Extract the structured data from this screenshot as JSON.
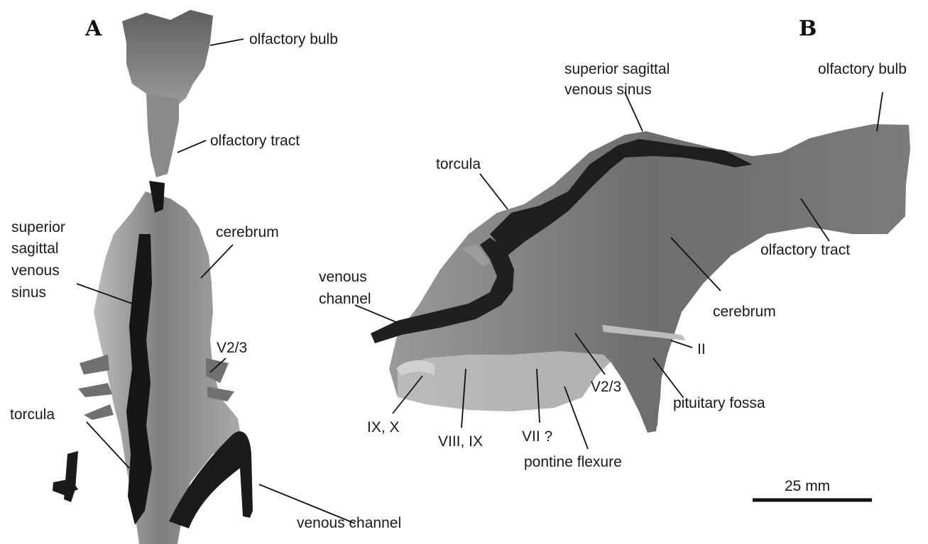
{
  "panels": {
    "a": {
      "letter": "A",
      "labels": {
        "olfactory_bulb": "olfactory bulb",
        "olfactory_tract": "olfactory tract",
        "cerebrum": "cerebrum",
        "sss_1": "superior",
        "sss_2": "sagittal",
        "sss_3": "venous",
        "sss_4": "sinus",
        "v23": "V2/3",
        "torcula": "torcula",
        "venous_channel": "venous channel"
      }
    },
    "b": {
      "letter": "B",
      "labels": {
        "sss_1": "superior sagittal",
        "sss_2": "venous sinus",
        "olfactory_bulb": "olfactory bulb",
        "torcula": "torcula",
        "venous_channel_1": "venous",
        "venous_channel_2": "channel",
        "olfactory_tract": "olfactory tract",
        "cerebrum": "cerebrum",
        "ii": "II",
        "v23": "V2/3",
        "pituitary_fossa": "pituitary fossa",
        "ix_x": "IX, X",
        "viii_ix": "VIII, IX",
        "vii": "VII ?",
        "pontine_flexure": "pontine flexure"
      }
    }
  },
  "scale_bar": {
    "label": "25 mm",
    "length_mm": 25
  }
}
